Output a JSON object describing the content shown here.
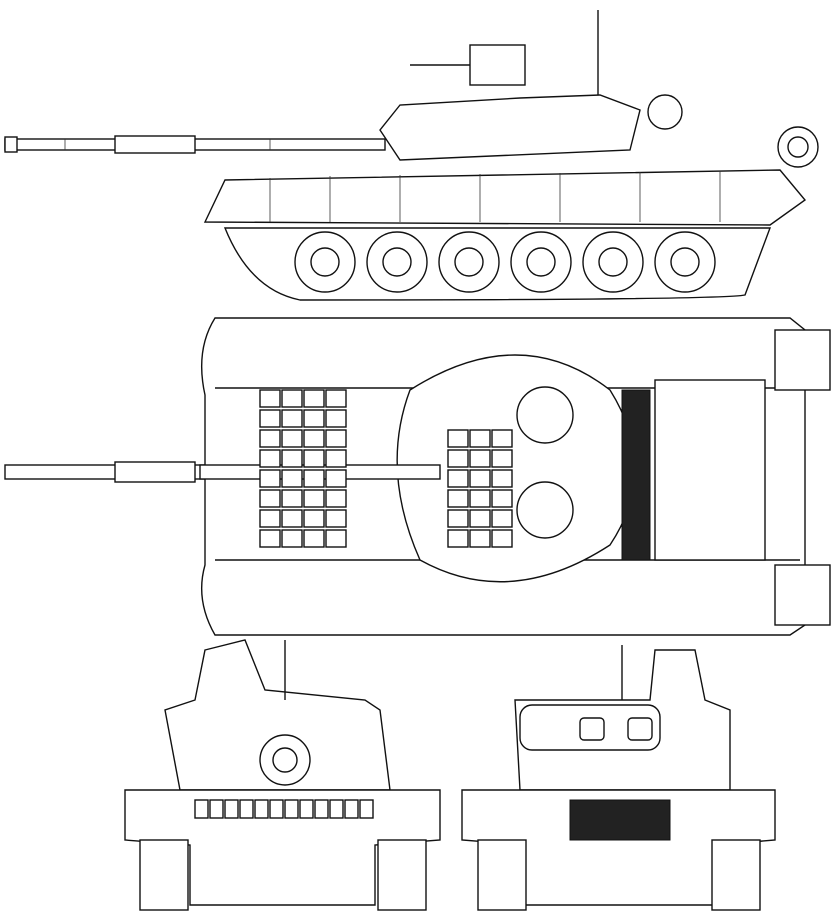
{
  "drawing": {
    "colors": {
      "line": "#111111",
      "background": "#ffffff",
      "shade": "#222222"
    },
    "views": [
      "side-view",
      "top-view",
      "front-view",
      "rear-view"
    ],
    "road_wheels_per_side": 6
  }
}
